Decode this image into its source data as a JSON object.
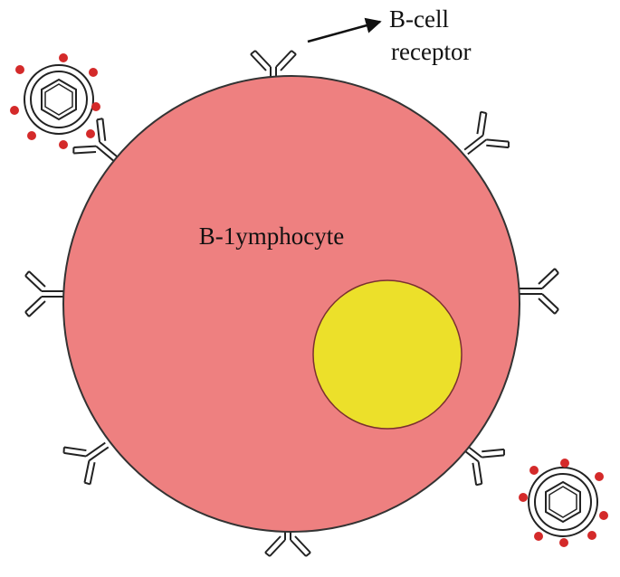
{
  "labels": {
    "cell": "B-1ymphocyte",
    "receptor_line1": "B-cell",
    "receptor_line2": "receptor"
  },
  "colors": {
    "cytoplasm": "#ee8080",
    "nucleus": "#ece02a",
    "outline": "#333333",
    "antigen_dot": "#d42a2a"
  }
}
